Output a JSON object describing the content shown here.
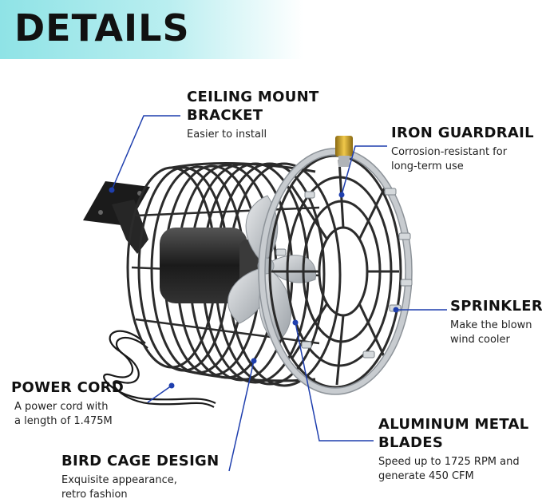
{
  "header": {
    "title": "DETAILS"
  },
  "callouts": {
    "ceiling_mount": {
      "title_line1": "CEILING MOUNT",
      "title_line2": "BRACKET",
      "desc": "Easier to install"
    },
    "iron_guardrail": {
      "title": "IRON GUARDRAIL",
      "desc_line1": "Corrosion-resistant for",
      "desc_line2": "long-term use"
    },
    "sprinkler": {
      "title": "SPRINKLER",
      "desc_line1": "Make the blown",
      "desc_line2": "wind cooler"
    },
    "power_cord": {
      "title": "POWER CORD",
      "desc_line1": "A power cord with",
      "desc_line2": "a length of 1.475M"
    },
    "aluminum_blades": {
      "title_line1": "ALUMINUM METAL",
      "title_line2": "BLADES",
      "desc_line1": "Speed up to 1725 RPM and",
      "desc_line2": "generate 450 CFM"
    },
    "bird_cage": {
      "title": "BIRD CAGE DESIGN",
      "desc_line1": "Exquisite appearance,",
      "desc_line2": "retro fashion"
    }
  },
  "colors": {
    "accent_band": "#8fe3e6",
    "leader_line": "#1f3fae",
    "cage": "#2b2b2b",
    "guardrail": "#c8ccd0"
  },
  "icons": [
    "fan-product-illustration"
  ]
}
